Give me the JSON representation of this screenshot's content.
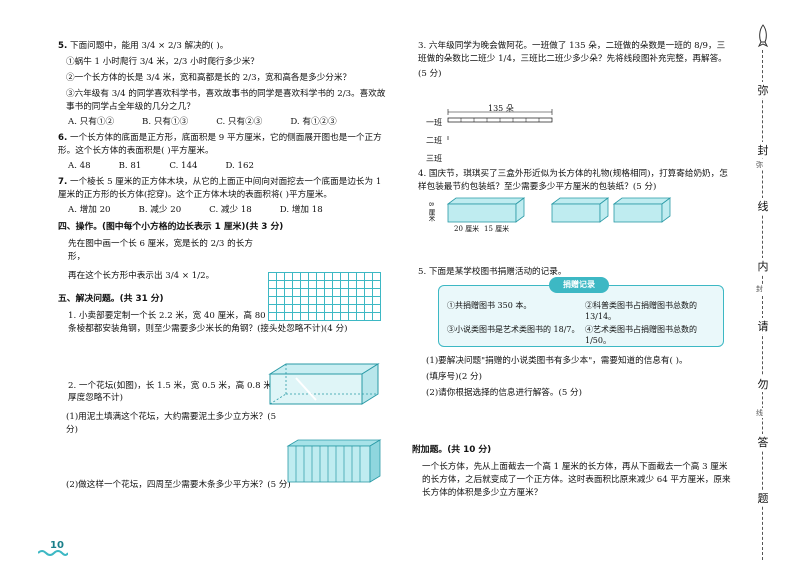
{
  "left": {
    "q5": {
      "num": "5.",
      "text": "下面问题中，能用 3/4 × 2/3 解决的(    )。"
    },
    "q5_items": [
      "①蜗牛 1 小时爬行 3/4 米，2/3 小时爬行多少米？",
      "②一个长方体的长是 3/4 米，宽和高都是长的 2/3，宽和高各是多少分米？",
      "③六年级有 3/4 的同学喜欢科学书，喜欢故事书的同学是喜欢科学书的 2/3。喜欢故事书的同学占全年级的几分之几？"
    ],
    "q5_opts": [
      "A. 只有①②",
      "B. 只有①③",
      "C. 只有②③",
      "D. 有①②③"
    ],
    "q6": {
      "num": "6.",
      "text": "一个长方体的底面是正方形，底面积是 9 平方厘米，它的侧面展开图也是一个正方形。这个长方体的表面积是(    )平方厘米。"
    },
    "q6_opts": [
      "A. 48",
      "B. 81",
      "C. 144",
      "D. 162"
    ],
    "q7": {
      "num": "7.",
      "text": "一个棱长 5 厘米的正方体木块，从它的上面正中间向对面挖去一个底面是边长为 1 厘米的正方形的长方体(挖穿)。这个正方体木块的表面积将(    )平方厘米。"
    },
    "q7_opts": [
      "A. 增加 20",
      "B. 减少 20",
      "C. 减少 18",
      "D. 增加 18"
    ],
    "sec4": "四、操作。(图中每个小方格的边长表示 1 厘米)(共 3 分)",
    "op1": "先在图中画一个长 6 厘米，宽是长的 2/3 的长方形，",
    "op2": "再在这个长方形中表示出 3/4 × 1/2。",
    "sec5": "五、解决问题。(共 31 分)",
    "p1a": "1. 小卖部要定制一个长 2.2 米，宽 40 厘米，高 80 厘米的玻璃柜台，若柜台每条棱都都安装角钢，则至少需要多少米长的角钢？(接头处忽略不计)(4 分)",
    "p2a": "2. 一个花坛(如图)，长 1.5 米，宽 0.5 米，高 0.8 米，四周用木条围成。(木条的厚度忽略不计)",
    "p2b": "(1)用泥土填满这个花坛，大约需要泥土多少立方米？(5 分)",
    "p2c": "(2)做这样一个花坛，四周至少需要木条多少平方米？(5 分)"
  },
  "right": {
    "p3": "3. 六年级同学为晚会做阿花。一班做了 135 朵，二班做的朵数是一班的 8/9，三班做的朵数比二班少 1/4，三班比二班少多少朵？先将线段图补充完整，再解答。",
    "p3_score": "(5 分)",
    "seg_label": "135 朵",
    "seg_rows": [
      "一班",
      "二班",
      "三班"
    ],
    "p4": "4. 国庆节，琪琪买了三盒外形近似为长方体的礼物(规格相同)，打算寄给奶奶，怎样包装最节约包装纸？至少需要多少平方厘米的包装纸？(5 分)",
    "dims": [
      "20 厘米",
      "15 厘米",
      "8 厘米"
    ],
    "p5": "5. 下面是某学校图书捐赠活动的记录。",
    "note_title": "捐赠记录",
    "notes": [
      "①共捐赠图书 350 本。",
      "②科普类图书占捐赠图书总数的 13/14。",
      "③小说类图书是艺术类图书的 18/7。",
      "④艺术类图书占捐赠图书总数的 1/50。"
    ],
    "p5_1": "(1)要解决问题\"捐赠的小说类图书有多少本\"，需要知道的信息有(        )。",
    "p5_1b": "(填序号)(2 分)",
    "p5_2": "(2)请你根据选择的信息进行解答。(5 分)",
    "bonus_title": "附加题。(共 10 分)",
    "bonus": "一个长方体，先从上面截去一个高 1 厘米的长方体，再从下面截去一个高 3 厘米的长方体，之后就变成了一个正方体。这时表面积比原来减少 64 平方厘米，原来长方体的体积是多少立方厘米？"
  },
  "sidebar": [
    "弥",
    "封",
    "线",
    "内",
    "请",
    "勿",
    "答",
    "题"
  ],
  "sidebar_small": [
    "弥",
    "封",
    "线"
  ],
  "page_number": "10",
  "accent_color": "#3db8c4"
}
